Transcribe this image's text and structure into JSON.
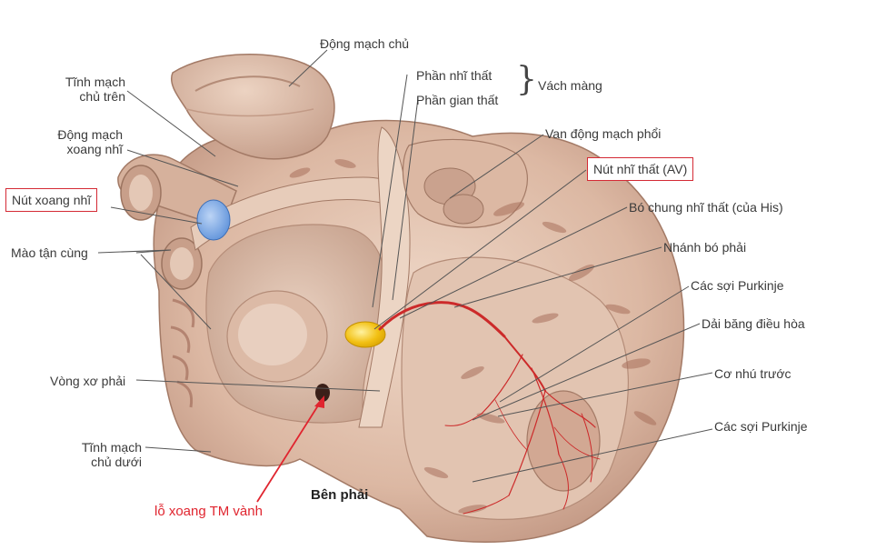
{
  "labels": {
    "aorta": "Động mạch chủ",
    "svc_l1": "Tĩnh mạch",
    "svc_l2": "chủ trên",
    "sa_artery_l1": "Động mạch",
    "sa_artery_l2": "xoang nhĩ",
    "sa_node": "Nút xoang nhĩ",
    "crista": "Mào tận cùng",
    "fossa_ring": "Vòng xơ phải",
    "ivc_l1": "Tĩnh mạch",
    "ivc_l2": "chủ dưới",
    "coronary_sinus": "lỗ xoang TM vành",
    "right_side": "Bên phải",
    "av_part": "Phần nhĩ thất",
    "interventricular_part": "Phần gian thất",
    "membranous_septum": "Vách màng",
    "pulm_valve": "Van động mạch phổi",
    "av_node": "Nút nhĩ thất (AV)",
    "his_bundle": "Bó chung nhĩ thất (của His)",
    "right_bundle": "Nhánh bó phải",
    "purkinje_1": "Các sợi Purkinje",
    "moderator_band": "Dải băng điều hòa",
    "ant_papillary": "Cơ nhú trước",
    "purkinje_2": "Các sợi Purkinje"
  },
  "colors": {
    "tissue": "#d9b49f",
    "tissue_dark": "#b58a76",
    "tissue_light": "#ecd5c4",
    "sa_node": "#6e9ee0",
    "av_node": "#f2c013",
    "conduction": "#cc2a2a",
    "highlight_box": "#d42a35",
    "arrow_red": "#e0252f",
    "leader": "#555555"
  }
}
